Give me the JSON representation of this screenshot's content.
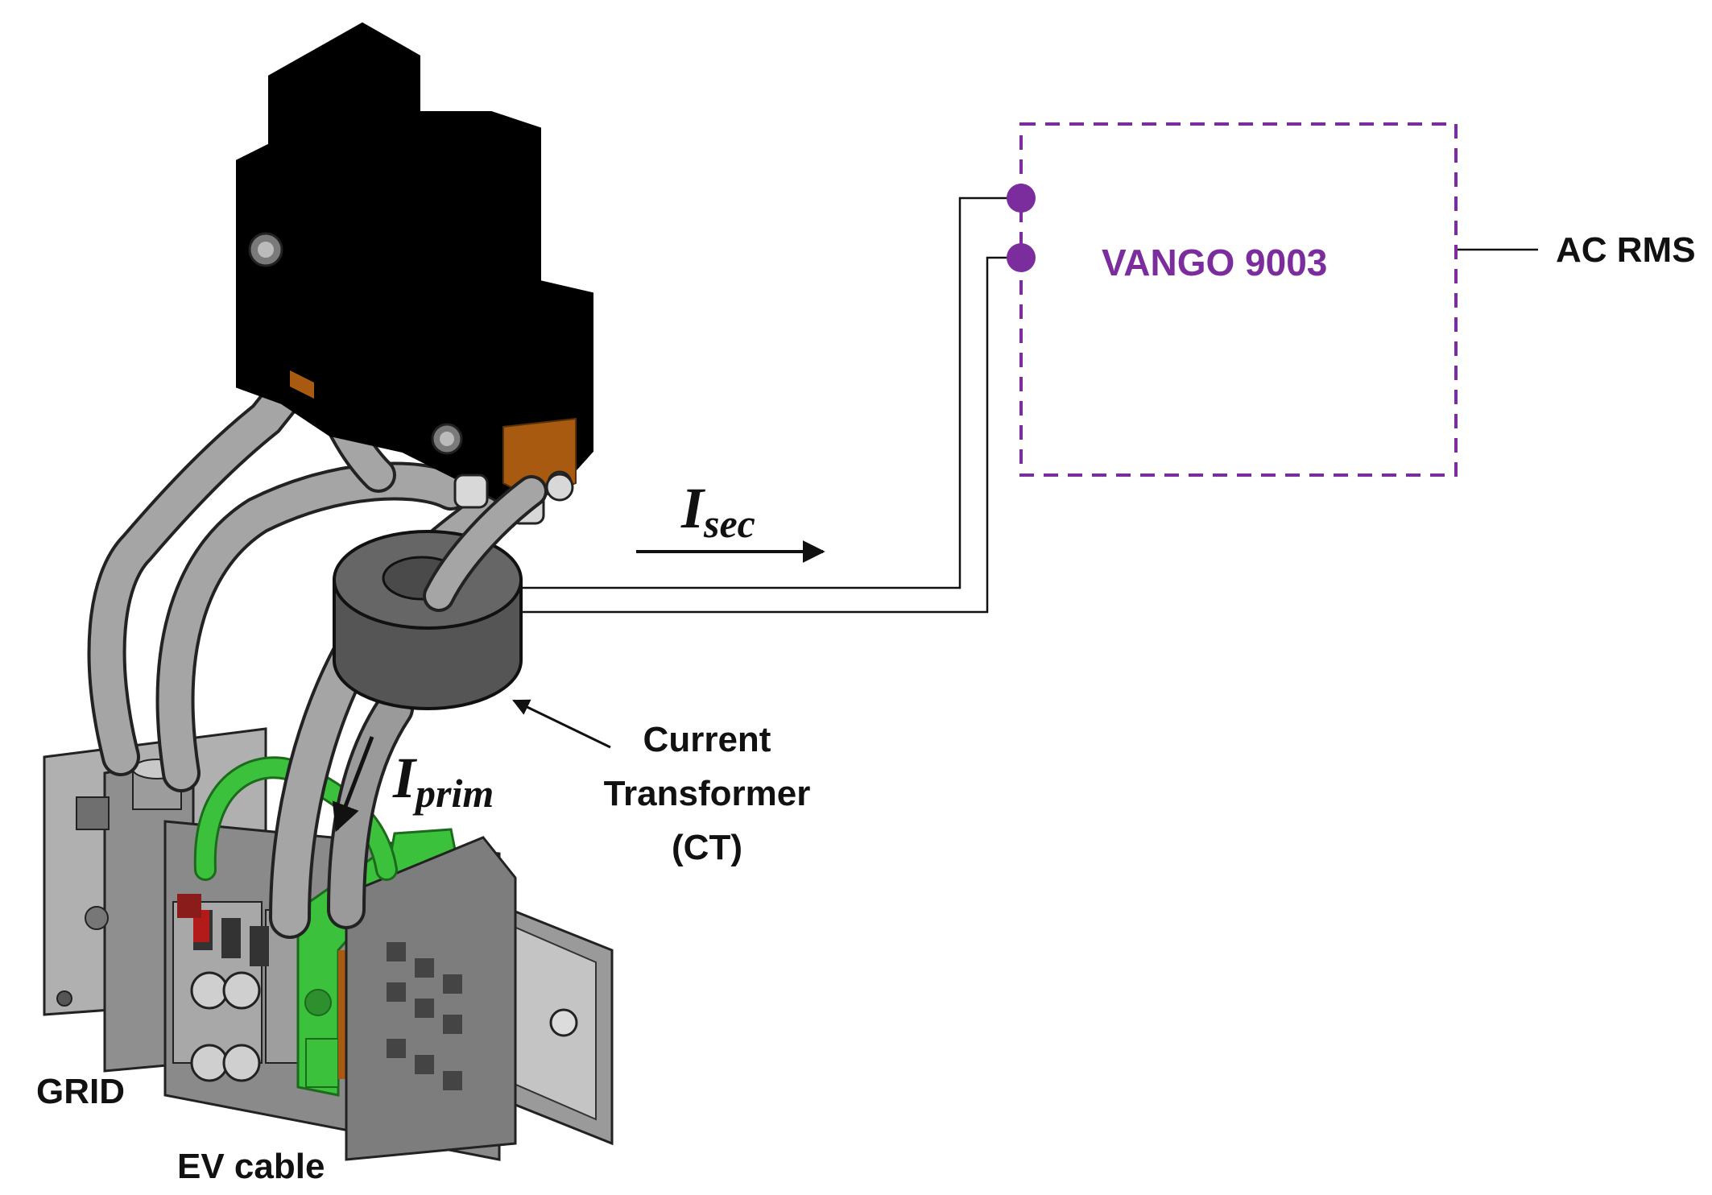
{
  "labels": {
    "meter_name": "VANGO 9003",
    "output": "AC RMS",
    "i_sec_main": "I",
    "i_sec_sub": "sec",
    "i_prim_main": "I",
    "i_prim_sub": "prim",
    "ct_line1": "Current",
    "ct_line2": "Transformer",
    "ct_line3": "(CT)",
    "grid": "GRID",
    "ev_cable": "EV cable"
  },
  "colors": {
    "accent": "#7b2d9e",
    "terminal_green": "#3cc13c",
    "copper": "#a85a10",
    "housing": "#000000",
    "metal_gray": "#8c8c8c",
    "cable_gray": "#a5a5a5",
    "ct_core": "#555555"
  }
}
